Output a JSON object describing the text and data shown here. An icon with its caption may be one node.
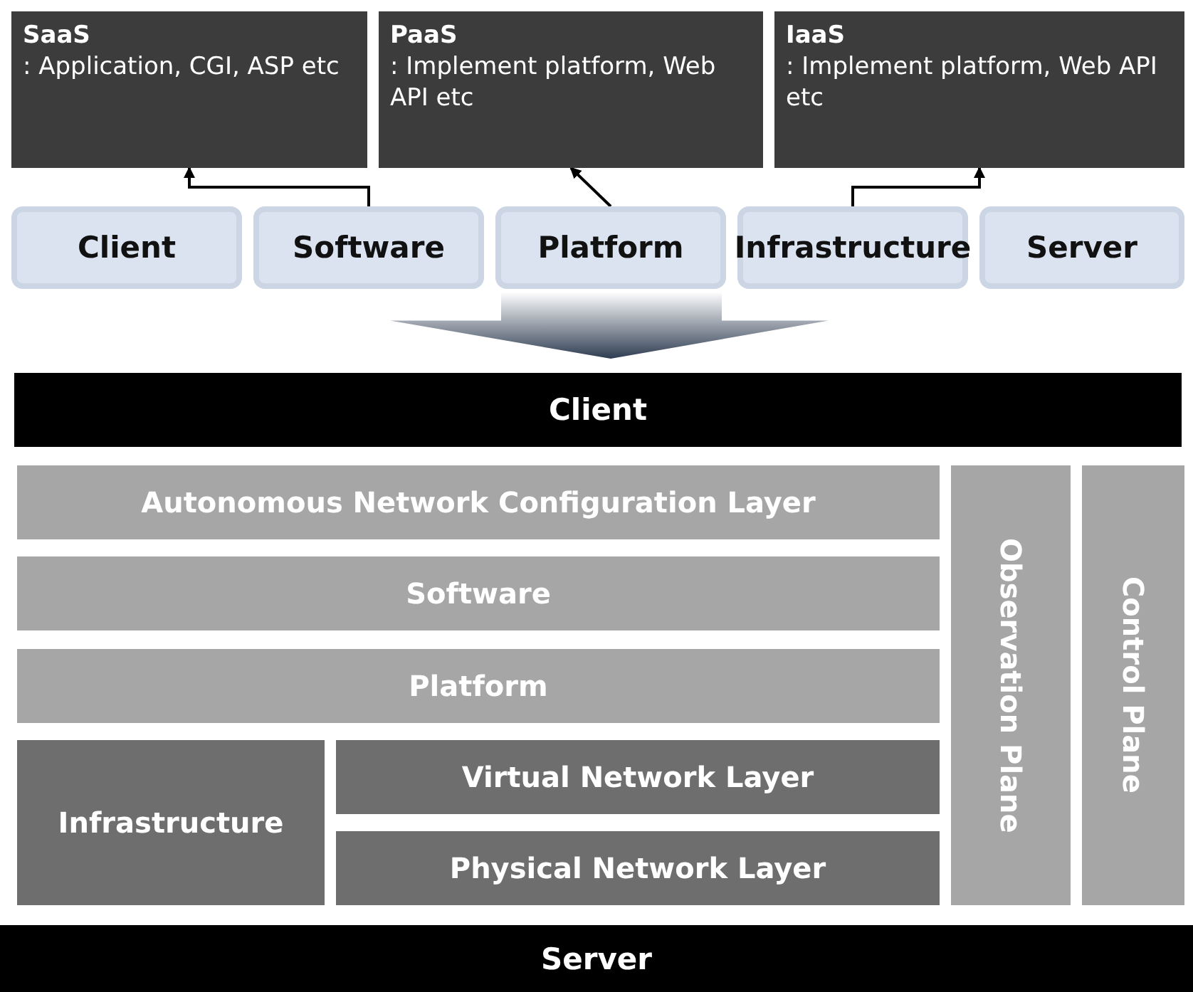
{
  "diagram": {
    "nodes": [
      {
        "text": [
          "SaaS",
          ": Application, CGI, ASP etc"
        ]
      },
      {
        "text": [
          "PaaS",
          ": Implement platform, Web API etc"
        ]
      },
      {
        "text": [
          "IaaS",
          ": Implement platform, Web API etc"
        ]
      },
      {
        "text": [
          "Client"
        ]
      },
      {
        "text": [
          "Software"
        ]
      },
      {
        "text": [
          "Platform"
        ]
      },
      {
        "text": [
          "Infrastructure"
        ]
      },
      {
        "text": [
          "Server"
        ]
      },
      {
        "text": [
          "Client"
        ]
      },
      {
        "text": [
          "Autonomous Network Configuration Layer"
        ]
      },
      {
        "text": [
          "Software"
        ]
      },
      {
        "text": [
          "Platform"
        ]
      },
      {
        "text": [
          "Infrastructure"
        ]
      },
      {
        "text": [
          "Virtual Network Layer"
        ]
      },
      {
        "text": [
          "Physical Network Layer"
        ]
      },
      {
        "text": [
          "Observation Plane"
        ]
      },
      {
        "text": [
          "Control Plane"
        ]
      },
      {
        "text": [
          "Server"
        ]
      }
    ],
    "edges": [
      {
        "from": 4,
        "to": 0,
        "arrow": "to"
      },
      {
        "from": 5,
        "to": 1,
        "arrow": "to"
      },
      {
        "from": 6,
        "to": 2,
        "arrow": "to"
      },
      {
        "from": 5,
        "to": 8,
        "arrow": "to",
        "style": "thick"
      }
    ]
  }
}
